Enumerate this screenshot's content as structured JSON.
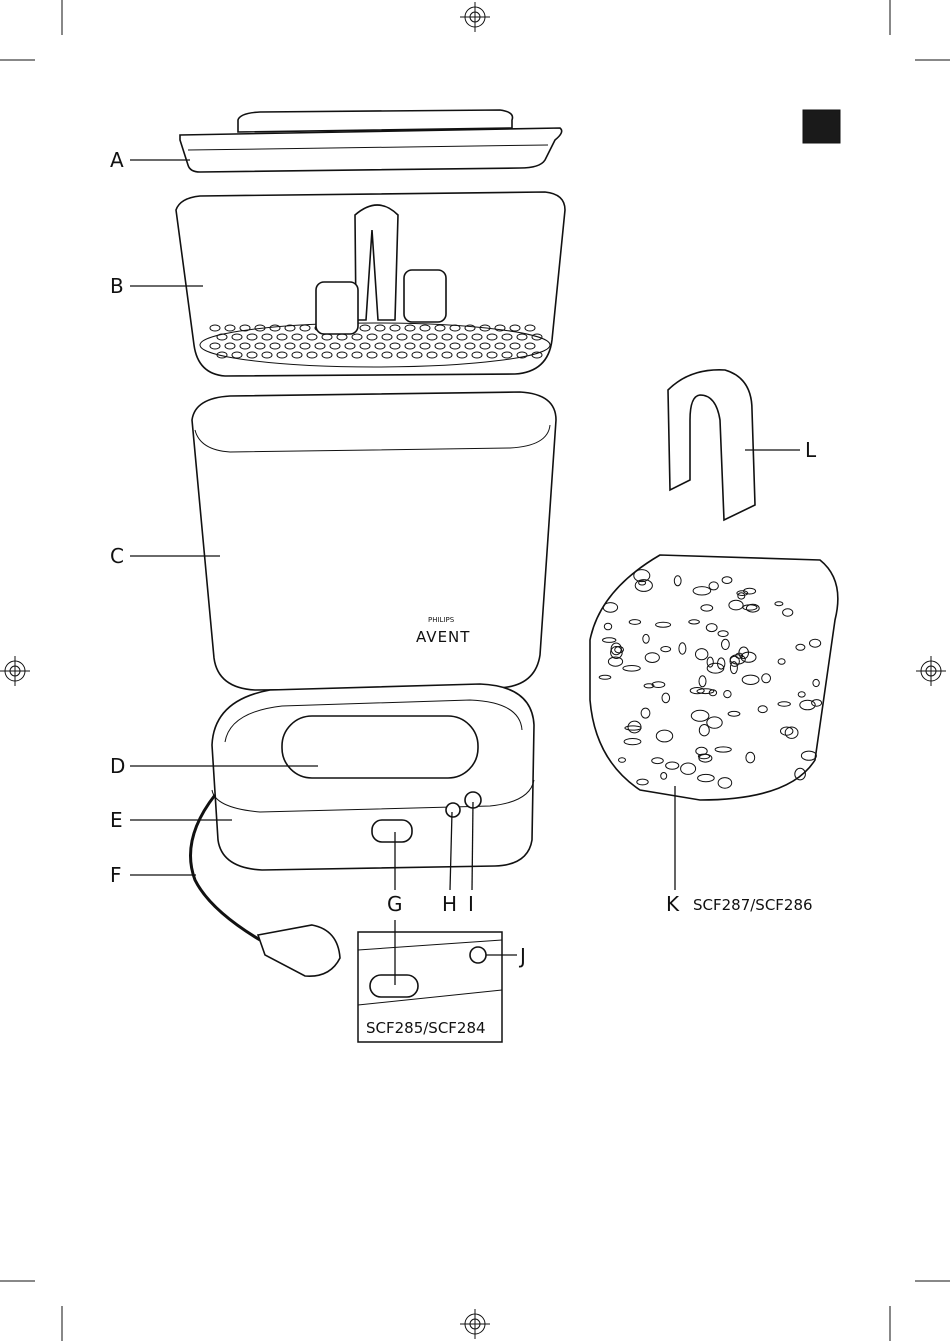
{
  "labels": {
    "a": "A",
    "b": "B",
    "c": "C",
    "d": "D",
    "e": "E",
    "f": "F",
    "g": "G",
    "h": "H",
    "i": "I",
    "j": "J",
    "k": "K",
    "l": "L"
  },
  "model_k": "SCF287/SCF286",
  "inset_model": "SCF285/SCF284",
  "brand": {
    "top": "PHILIPS",
    "logo": "AVENT"
  },
  "colors": {
    "ink": "#111111",
    "tab": "#1a1a1a",
    "paper": "#ffffff"
  },
  "icons": [
    "registration-mark-icon",
    "crop-mark-icon"
  ]
}
